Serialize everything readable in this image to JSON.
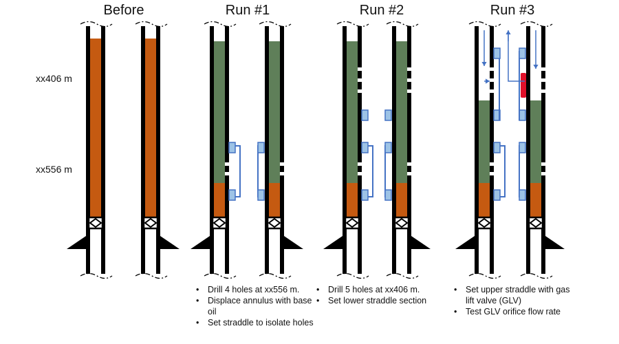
{
  "panels": [
    {
      "title": "Before",
      "notes": []
    },
    {
      "title": "Run #1",
      "notes": [
        "Drill 4 holes at xx556 m.",
        "Displace annulus with base oil",
        "Set straddle to isolate holes"
      ]
    },
    {
      "title": "Run #2",
      "notes": [
        "Drill 5 holes at xx406 m.",
        "Set lower straddle section"
      ]
    },
    {
      "title": "Run #3",
      "notes": [
        "Set upper straddle with gas lift valve (GLV)",
        "Test GLV orifice flow rate"
      ]
    }
  ],
  "depths": {
    "upper": "xx406 m",
    "lower": "xx556 m"
  },
  "colors": {
    "original_fluid": "#c55a11",
    "base_oil": "#5f7f59",
    "straddle_fill": "#9dc3e6",
    "straddle_outline": "#4472c4",
    "gas_lift_valve": "#e0102a",
    "flow_arrow": "#4472c4",
    "casing": "#000000"
  },
  "icons": [
    "packer-icon",
    "flow-arrow-icon",
    "gas-lift-valve-icon"
  ]
}
